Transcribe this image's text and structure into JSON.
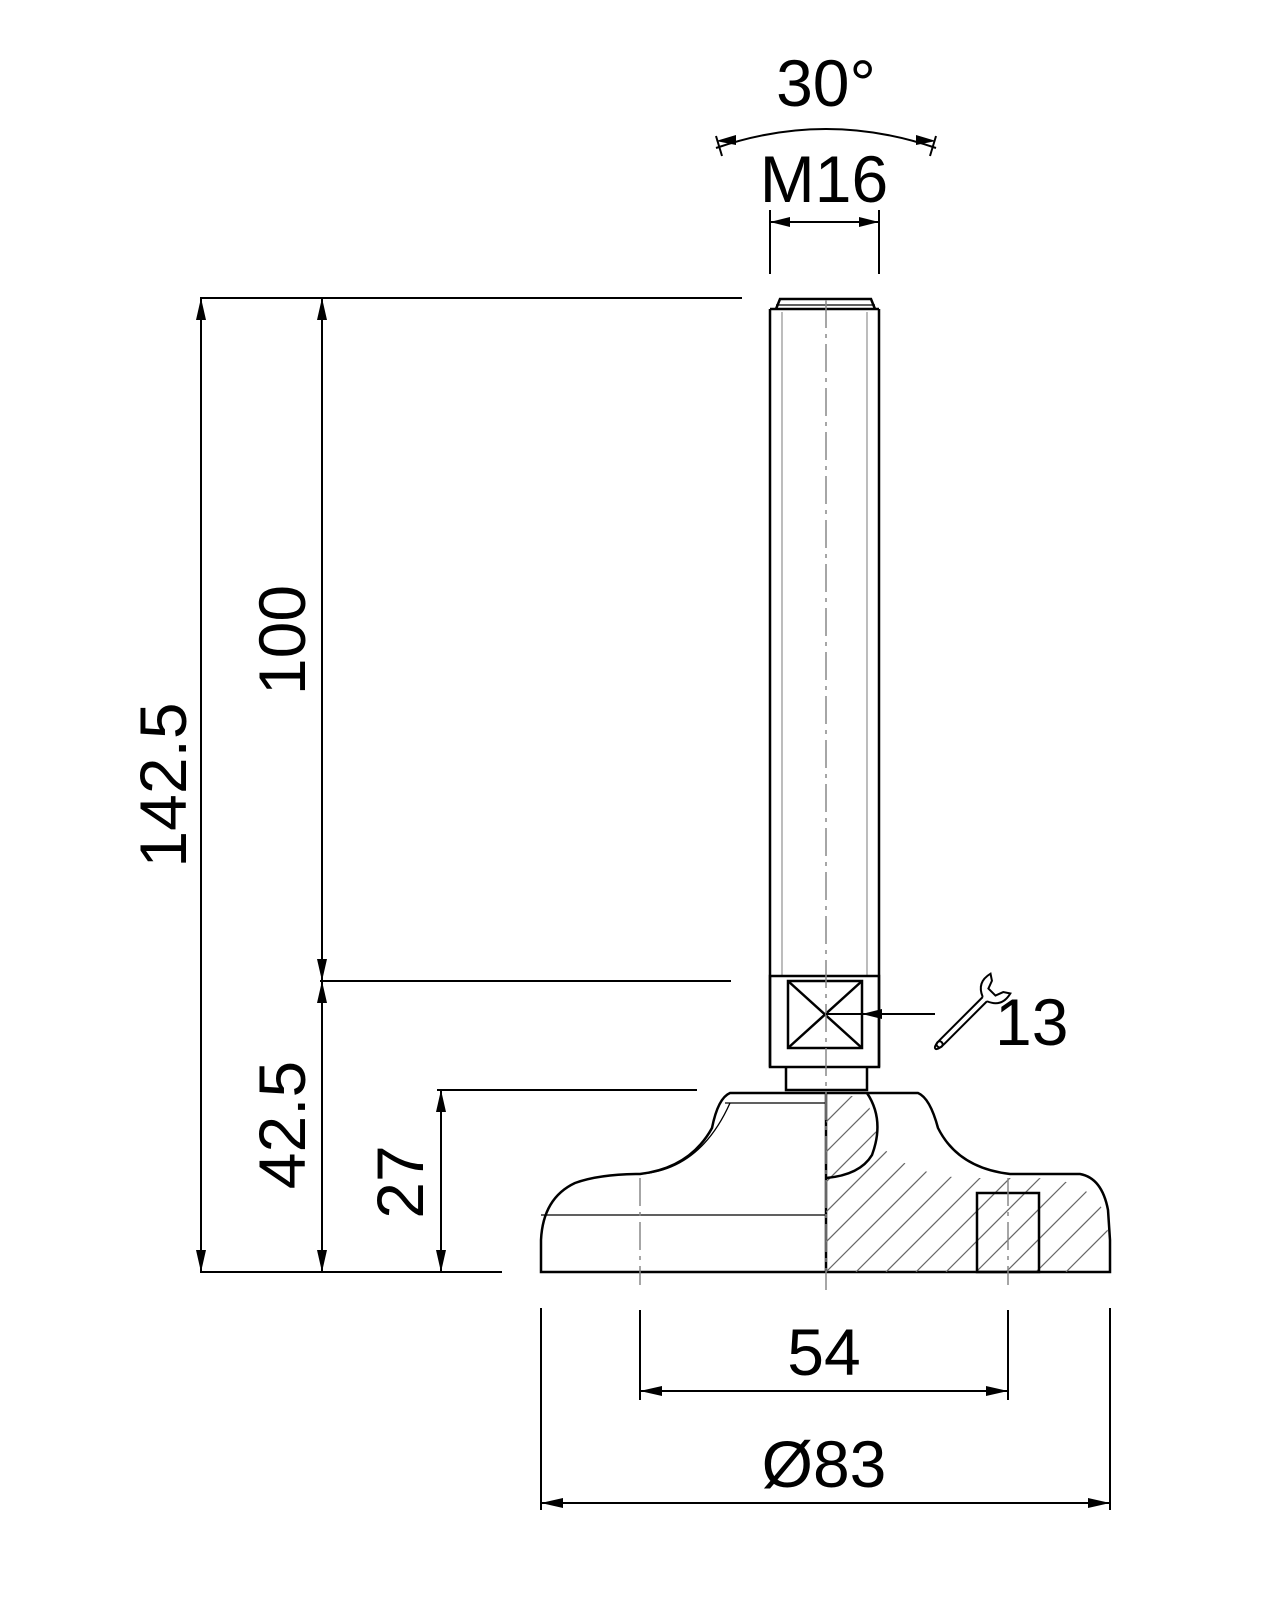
{
  "dimensions": {
    "angle": "30°",
    "thread": "M16",
    "total_height": "142.5",
    "stud_length": "100",
    "base_height": "42.5",
    "foot_height": "27",
    "wrench_size": "13",
    "hole_spacing": "54",
    "base_diameter": "Ø83"
  },
  "icons": {
    "wrench": "wrench-icon"
  }
}
